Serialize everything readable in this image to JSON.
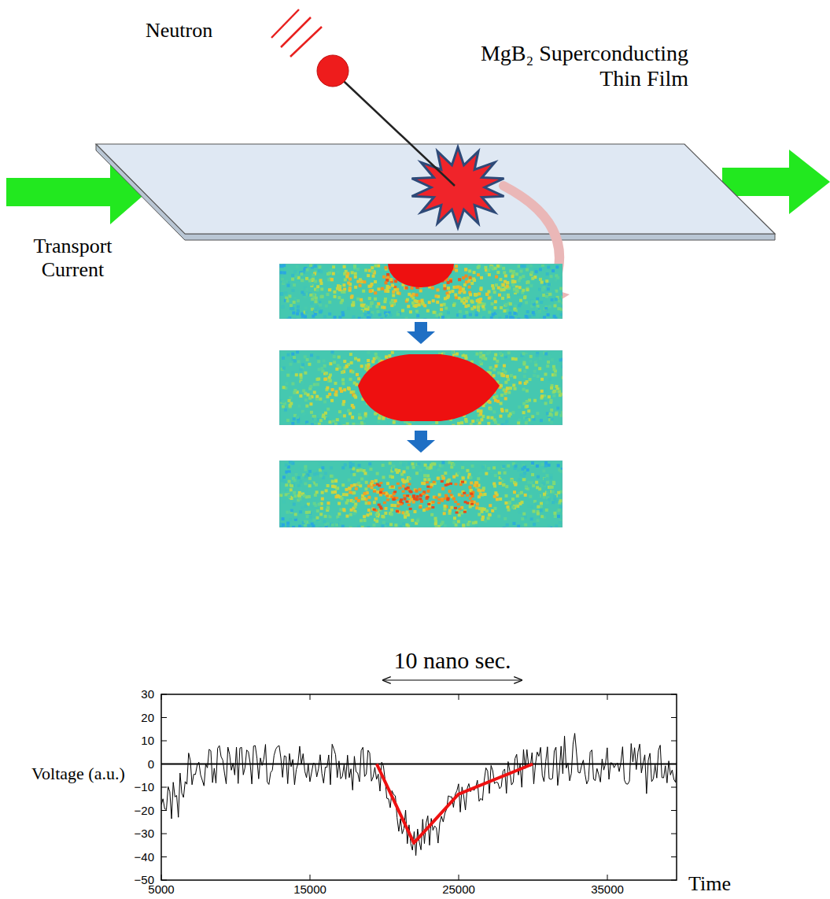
{
  "diagram": {
    "labels": [
      "Neutron",
      "MgB₂ Superconducting Thin Film",
      "Transport Current",
      "10 nano sec.",
      "Voltage (a.u.)",
      "Time",
      "30",
      "20",
      "10",
      "0",
      "−10",
      "−20",
      "−30",
      "−40",
      "−50",
      "5000",
      "15000",
      "25000",
      "35000"
    ]
  }
}
